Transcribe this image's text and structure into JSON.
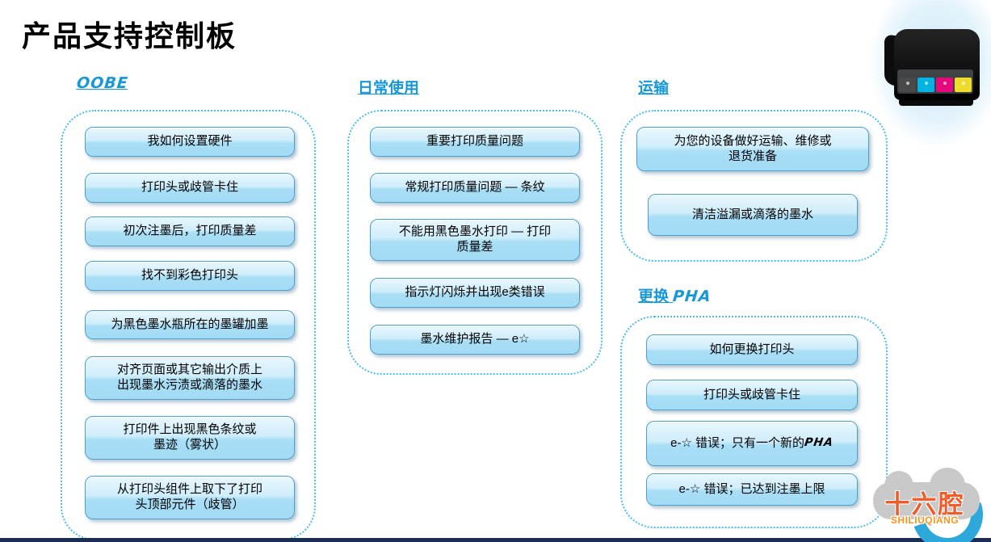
{
  "title": "产品支持控制板",
  "sections": [
    {
      "heading": "OOBE",
      "buttons": [
        {
          "label": "我如何设置硬件"
        },
        {
          "label": "打印头或歧管卡住"
        },
        {
          "label": "初次注墨后，打印质量差"
        },
        {
          "label": "找不到彩色打印头"
        },
        {
          "label": "为黑色墨水瓶所在的墨罐加墨"
        },
        {
          "label": "对齐页面或其它输出介质上\n出现墨水污渍或滴落的墨水"
        },
        {
          "label": "打印件上出现黑色条纹或\n墨迹（雾状）"
        },
        {
          "label": "从打印头组件上取下了打印\n头顶部元件（歧管）"
        }
      ]
    },
    {
      "heading": "日常使用",
      "buttons": [
        {
          "label": "重要打印质量问题"
        },
        {
          "label": "常规打印质量问题 — 条纹"
        },
        {
          "label": "不能用黑色墨水打印 — 打印\n质量差"
        },
        {
          "label": "指示灯闪烁并出现e类错误"
        },
        {
          "label": "墨水维护报告 — e☆"
        }
      ]
    },
    {
      "heading": "运输",
      "buttons": [
        {
          "label": "为您的设备做好运输、维修或\n退货准备"
        },
        {
          "label": "清洁溢漏或滴落的墨水"
        }
      ]
    },
    {
      "heading": "更换 ",
      "heading_suffix": "PHA",
      "buttons": [
        {
          "label": "如何更换打印头"
        },
        {
          "label": "打印头或歧管卡住"
        },
        {
          "label": "e-☆ 错误；只有一个新的\n",
          "suffix": "PHA"
        },
        {
          "label": "e-☆ 错误；已达到注墨上限"
        }
      ]
    }
  ],
  "printer": {
    "description": "ink-tank-printer-photo",
    "tank_colors": [
      "#4A4A4A",
      "#00B3E3",
      "#E5097F",
      "#EFDB2E"
    ]
  },
  "watermark": {
    "text": "十六腔",
    "subtext": "SHILIUQIANG"
  },
  "colors": {
    "heading_blue": "#1798D8",
    "panel_dotted_border": "#45BFF1",
    "button_border": "#4E9FD0",
    "button_fill_top": "#E9F7FD",
    "button_fill_bottom": "#A2DBF4",
    "bottom_bar": "#1B2D52",
    "logo_orange": "#F15A29"
  }
}
